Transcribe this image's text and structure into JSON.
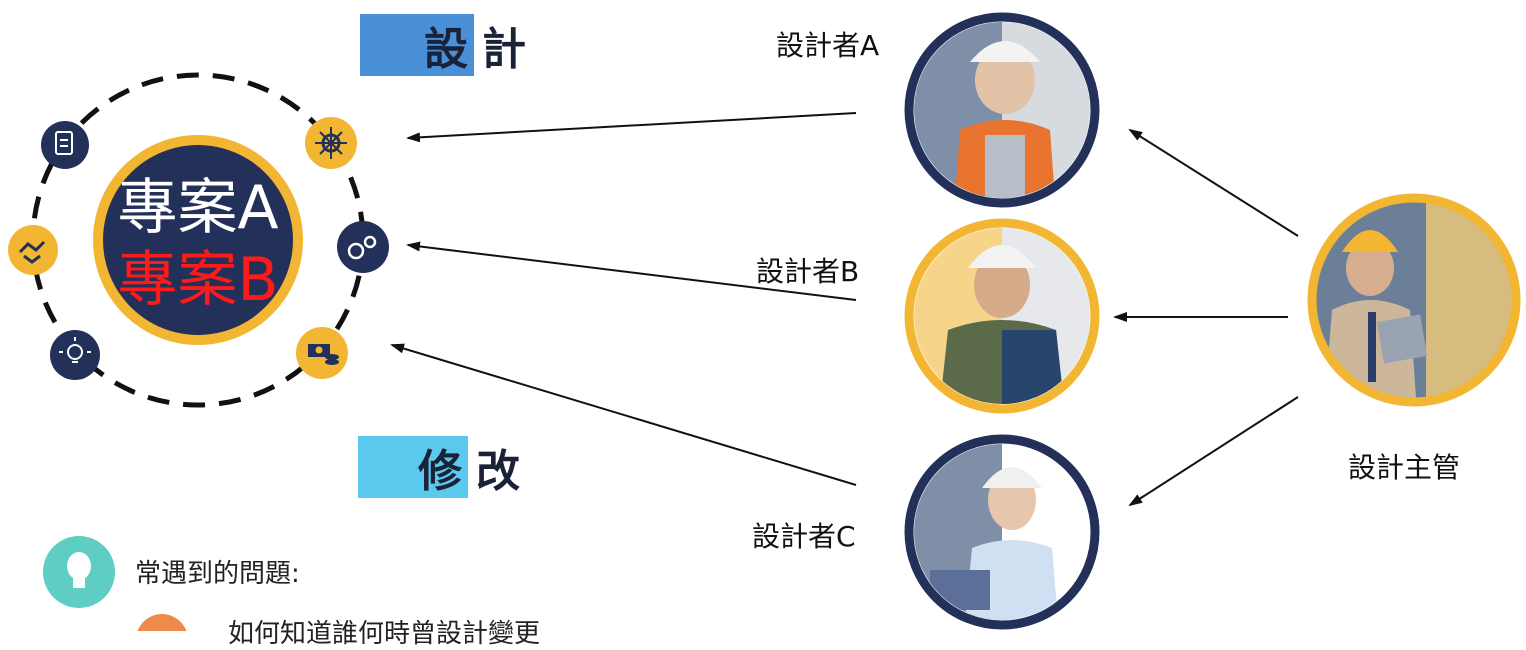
{
  "titles": {
    "design": {
      "highlight": "設",
      "rest": "計"
    },
    "modify": {
      "highlight": "修",
      "rest": "改"
    }
  },
  "project_circle": {
    "line1": "專案A",
    "line2": "專案B"
  },
  "people": {
    "designer_a": "設計者A",
    "designer_b": "設計者B",
    "designer_c": "設計者C",
    "manager": "設計主管"
  },
  "notes": {
    "heading": "常遇到的問題:",
    "item1": "如何知道誰何時曾設計變更"
  },
  "icons": [
    "document-icon",
    "network-gear-icon",
    "handshake-icon",
    "gears-icon",
    "lightbulb-icon",
    "money-coins-icon"
  ],
  "colors": {
    "navy": "#22305a",
    "gold": "#f2b632",
    "design_blue": "#4a90d9",
    "modify_cyan": "#5bc8ee",
    "red": "#ff1a1a",
    "teal": "#5ecdc4",
    "orange": "#f08a4b"
  }
}
